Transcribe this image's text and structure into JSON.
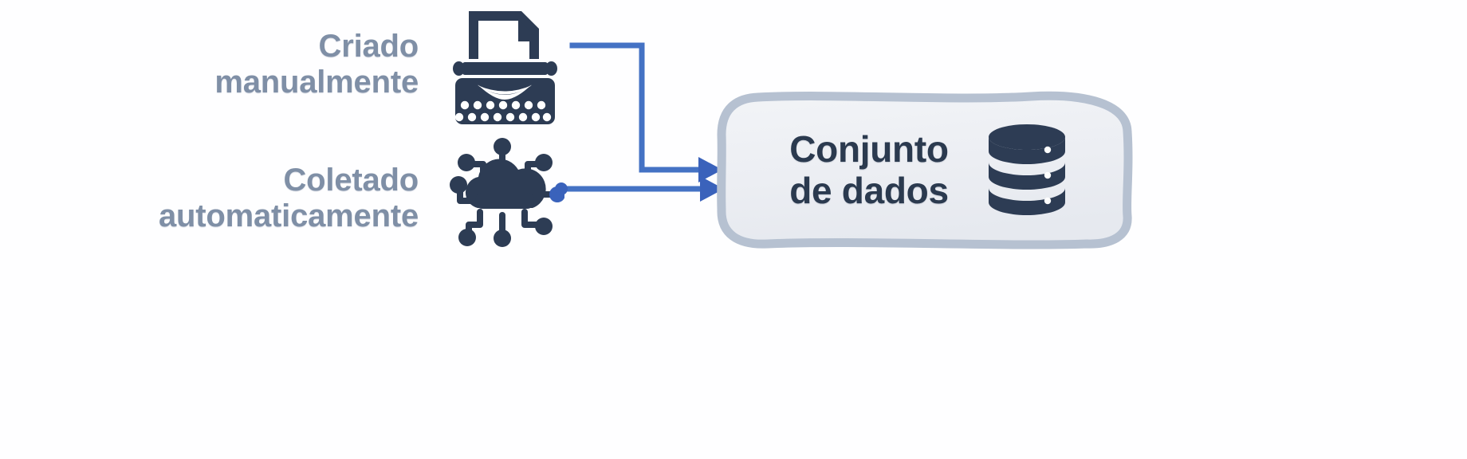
{
  "diagram": {
    "type": "flow-diagram",
    "background_color": "#fefeff",
    "sources": [
      {
        "id": "manual",
        "label": "Criado\nmanualmente",
        "icon": "typewriter-icon",
        "label_color": "#7f8fa6",
        "icon_color": "#2d3c54"
      },
      {
        "id": "automatic",
        "label": "Coletado\nautomaticamente",
        "icon": "iot-cloud-icon",
        "label_color": "#7f8fa6",
        "icon_color": "#2d3c54"
      }
    ],
    "connectors": [
      {
        "id": "manual-to-dataset",
        "from": "typewriter-icon",
        "to": "dataset-box",
        "style": "elbow",
        "color": "#4472c4",
        "arrowhead": true
      },
      {
        "id": "automatic-to-dataset",
        "from": "iot-cloud-icon",
        "to": "dataset-box",
        "style": "straight",
        "color": "#4472c4",
        "arrowhead": true,
        "source_dot_color": "#3a62bb"
      }
    ],
    "target": {
      "id": "dataset",
      "title": "Conjunto\nde dados",
      "icon": "database-icon",
      "fill_color": "#eef0f4",
      "border_color": "#b6c1d1",
      "text_color": "#2b3a4f",
      "icon_color": "#2d3c54"
    }
  }
}
